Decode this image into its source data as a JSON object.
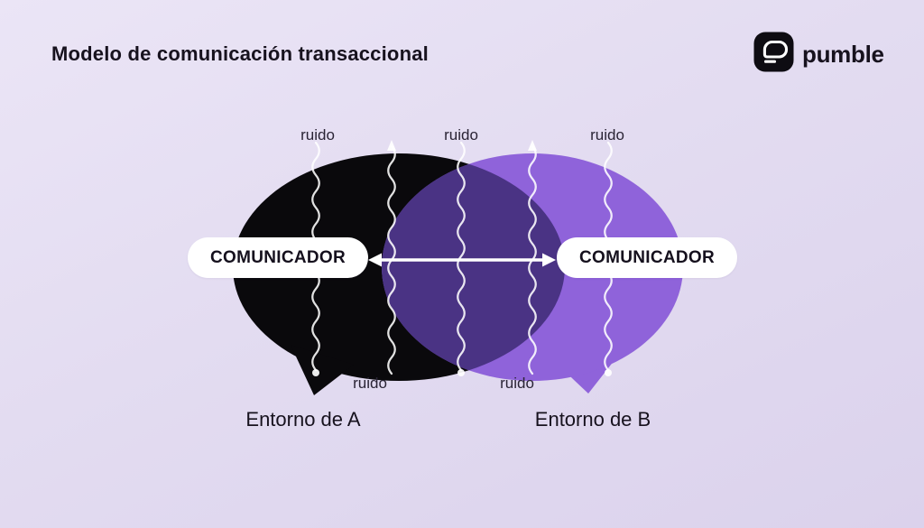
{
  "header": {
    "title": "Modelo de comunicación transaccional",
    "brand": {
      "name": "pumble",
      "icon": "pumble-chat-bubble-icon"
    }
  },
  "diagram": {
    "bubble_a": {
      "label": "COMUNICADOR",
      "environment": "Entorno de A"
    },
    "bubble_b": {
      "label": "COMUNICADOR",
      "environment": "Entorno de B"
    },
    "noise_top": [
      "ruido",
      "ruido",
      "ruido"
    ],
    "noise_bottom": [
      "ruido",
      "ruido"
    ]
  },
  "colors": {
    "background_top": "#ebe5f6",
    "background_bottom": "#dbd2ec",
    "bubble_a": "#0a090c",
    "bubble_b": "#8f63da",
    "overlap": "#4a3384",
    "pill_background": "#ffffff",
    "wave_stroke": "#ffffff",
    "text_primary": "#17121e",
    "logo_background": "#0e0c12"
  }
}
